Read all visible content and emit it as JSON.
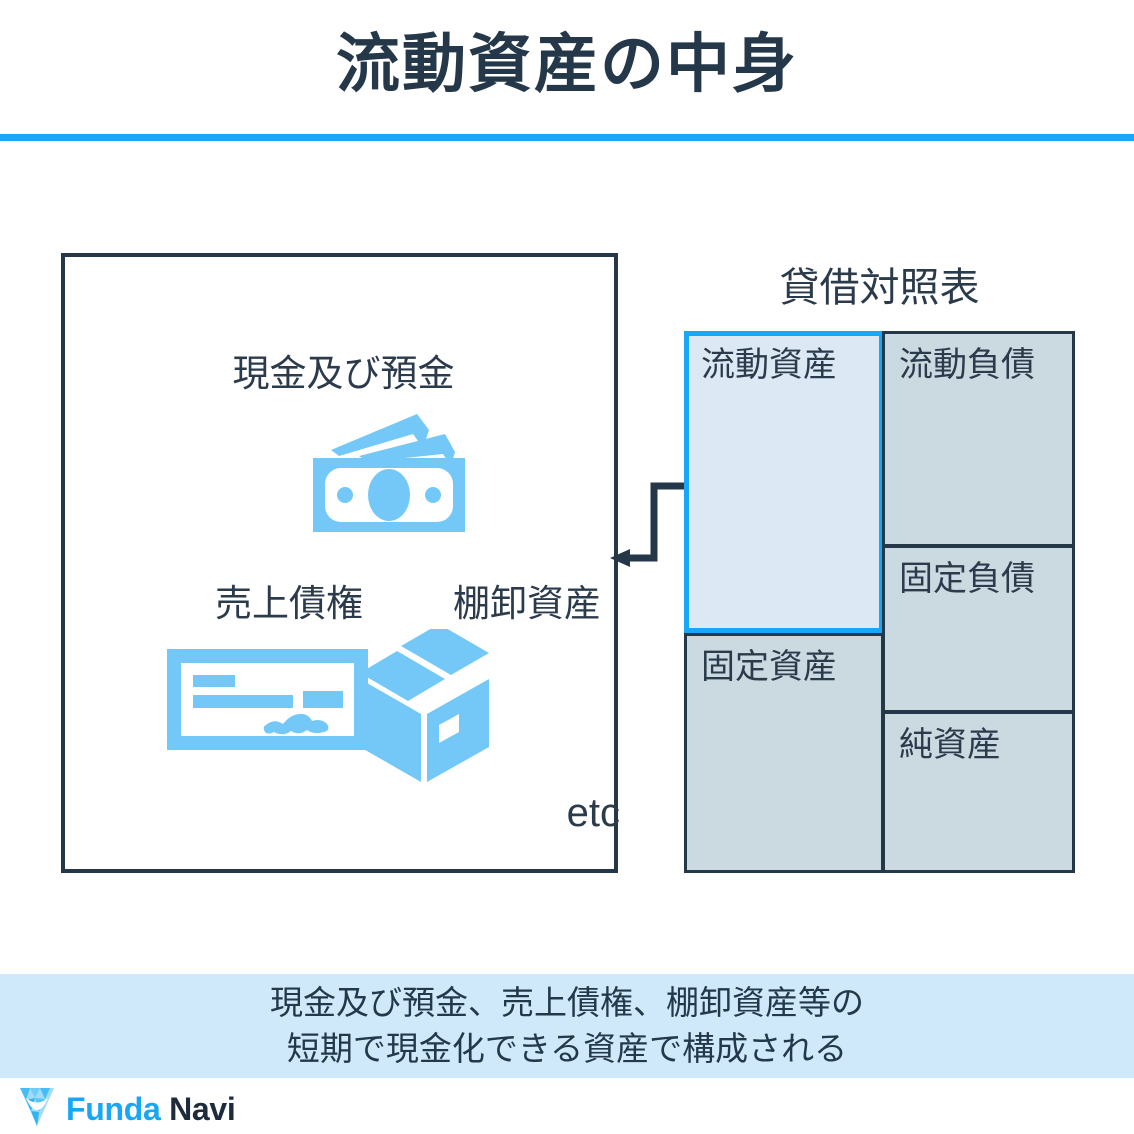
{
  "header": {
    "title": "流動資産の中身",
    "rule_color": "#18a7f7"
  },
  "content_box": {
    "items": [
      {
        "label": "現金及び預金",
        "icon": "banknote-icon"
      },
      {
        "label": "売上債権",
        "icon": "check-icon"
      },
      {
        "label": "棚卸資産",
        "icon": "package-box-icon"
      }
    ],
    "etc_label": "etc"
  },
  "balance_sheet": {
    "title": "貸借対照表",
    "highlight_color": "#18a7f7",
    "highlight_fill": "#dce9f5",
    "cell_fill": "#cbd9e1",
    "cells": {
      "current_assets": "流動資産",
      "fixed_assets": "固定資産",
      "current_liabilities": "流動負債",
      "fixed_liabilities": "固定負債",
      "net_assets": "純資産"
    }
  },
  "connector": {
    "icon": "left-arrow-icon"
  },
  "footer": {
    "line1": "現金及び預金、売上債権、棚卸資産等の",
    "line2": "短期で現金化できる資産で構成される",
    "band_color": "#cfe8fa"
  },
  "logo": {
    "icon": "funda-diamond-icon",
    "name_primary": "Funda",
    "name_secondary": "Navi",
    "primary_color": "#18a7f7",
    "secondary_color": "#1d2b3a"
  }
}
